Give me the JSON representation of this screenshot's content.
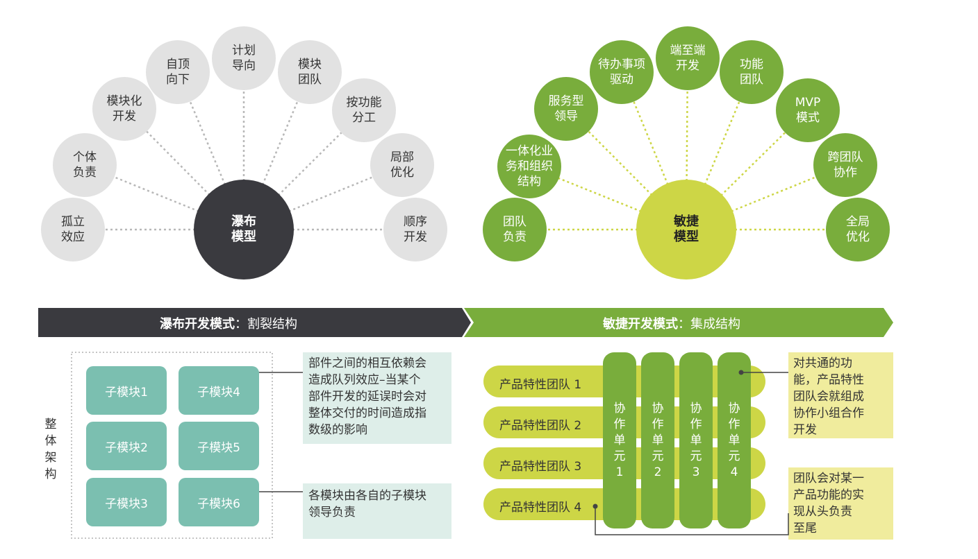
{
  "waterfall": {
    "center": "瀑布\n模型",
    "attributes": [
      "孤立\n效应",
      "个体\n负责",
      "模块化\n开发",
      "自顶\n向下",
      "计划\n导向",
      "模块\n团队",
      "按功能\n分工",
      "局部\n优化",
      "顺序\n开发"
    ]
  },
  "agile": {
    "center": "敏捷\n模型",
    "attributes": [
      "团队\n负责",
      "一体化业\n务和组织\n结构",
      "服务型\n领导",
      "待办事项\n驱动",
      "端至端\n开发",
      "功能\n团队",
      "MVP\n模式",
      "跨团队\n协作",
      "全局\n优化"
    ]
  },
  "banners": {
    "waterfall_bold": "瀑布开发模式",
    "waterfall_rest": "：割裂结构",
    "agile_bold": "敏捷开发模式",
    "agile_rest": "：集成结构"
  },
  "left_panel": {
    "side_title": "整体架构",
    "modules": [
      "子模块1",
      "子模块4",
      "子模块2",
      "子模块5",
      "子模块3",
      "子模块6"
    ],
    "note_top": "部件之间的相互依赖会\n造成队列效应–当某个\n部件开发的延误时会对\n整体交付的时间造成指\n数级的影响",
    "note_bottom": "各模块由各自的子模块\n领导负责"
  },
  "right_panel": {
    "teams": [
      "产品特性团队 1",
      "产品特性团队 2",
      "产品特性团队 3",
      "产品特性团队 4"
    ],
    "units": [
      "协\n作\n单\n元\n1",
      "协\n作\n单\n元\n2",
      "协\n作\n单\n元\n3",
      "协\n作\n单\n元\n4"
    ],
    "note_top": "对共通的功\n能，产品特性\n团队会就组成\n协作小组合作\n开发",
    "note_bottom": "团队会对某一\n产品功能的实\n现从头负责\n至尾"
  },
  "colors": {
    "dark": "#3a3a3f",
    "light_gray": "#e2e2e2",
    "green": "#79ad3c",
    "lime": "#cdd646",
    "teal": "#7bbfb0",
    "mint_note": "#deeee9",
    "yellow_note": "#f0ec9d"
  }
}
